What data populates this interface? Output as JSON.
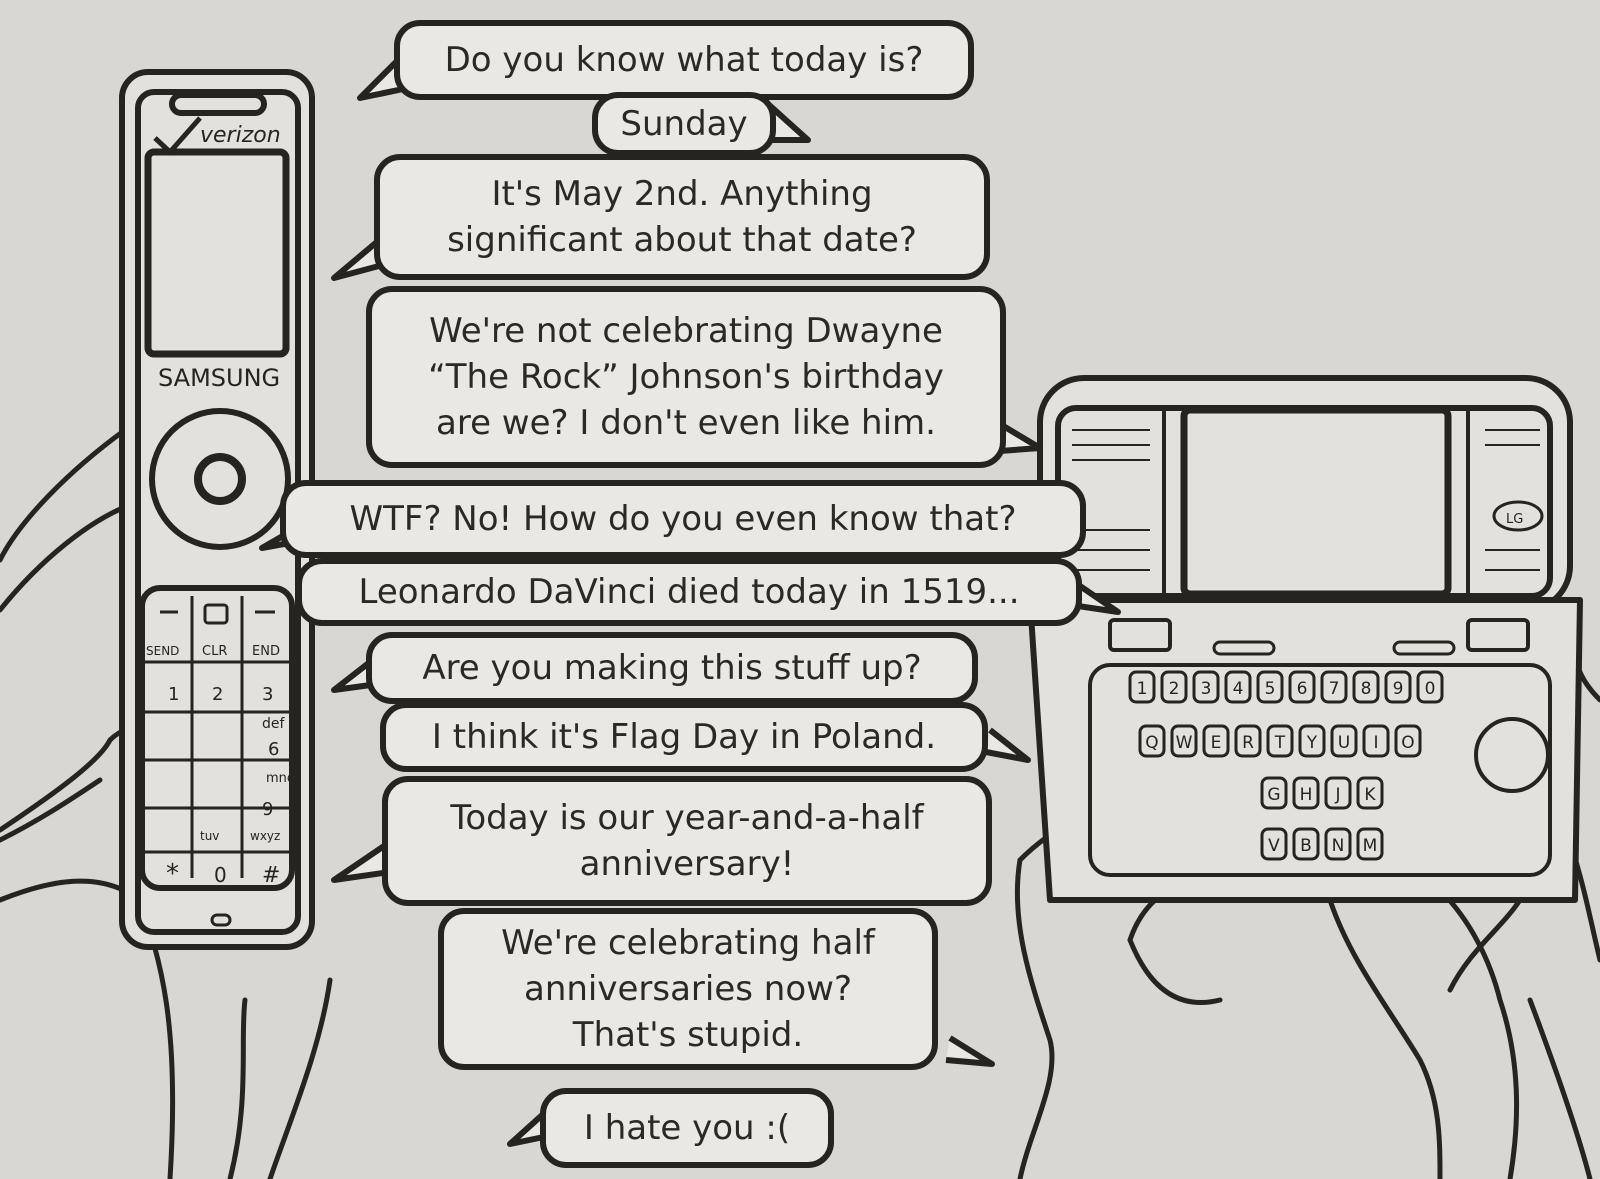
{
  "phones": {
    "left": {
      "carrier": "verizon",
      "brand": "SAMSUNG",
      "keys": {
        "send": "SEND",
        "clr": "CLR",
        "end": "END",
        "k1": "1",
        "k2": "2",
        "k3": "3",
        "k3_sub": "def",
        "k6": "6",
        "k6_sub": "mno",
        "k9": "9",
        "k9_sub": "wxyz",
        "k8_sub": "tuv",
        "star": "*",
        "zero": "0",
        "hash": "#"
      }
    },
    "right": {
      "brand": "LG",
      "number_row": [
        "1",
        "2",
        "3",
        "4",
        "5",
        "6",
        "7",
        "8",
        "9",
        "0"
      ],
      "letter_row": [
        "Q",
        "W",
        "E",
        "R",
        "T",
        "Y",
        "U",
        "I",
        "O"
      ],
      "home_row": [
        "G",
        "H",
        "J",
        "K"
      ],
      "bottom_row": [
        "V",
        "B",
        "N",
        "M"
      ]
    }
  },
  "messages": [
    {
      "text": "Do you know what today is?",
      "sender": "left"
    },
    {
      "text": "Sunday",
      "sender": "right"
    },
    {
      "text": "It's May 2nd.  Anything\nsignificant about that date?",
      "sender": "left"
    },
    {
      "text": "We're not celebrating Dwayne\n“The Rock” Johnson's birthday\nare we?  I don't even like him.",
      "sender": "right"
    },
    {
      "text": "WTF? No!  How do you even know that?",
      "sender": "left"
    },
    {
      "text": "Leonardo DaVinci died today in 1519...",
      "sender": "right"
    },
    {
      "text": "Are you making this stuff up?",
      "sender": "left"
    },
    {
      "text": "I think it's Flag Day in Poland.",
      "sender": "right"
    },
    {
      "text": "Today is our year-and-a-half\nanniversary!",
      "sender": "left"
    },
    {
      "text": "We're celebrating half\nanniversaries now?\nThat's stupid.",
      "sender": "right"
    },
    {
      "text": "I hate you :(",
      "sender": "left"
    }
  ]
}
